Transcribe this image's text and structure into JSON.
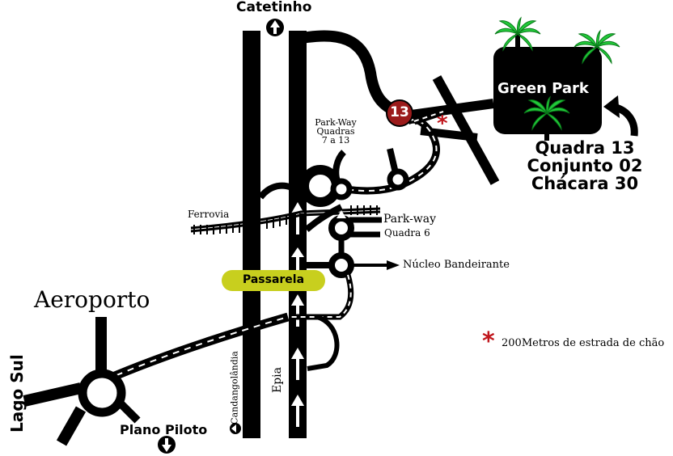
{
  "labels": {
    "catetinho": "Catetinho",
    "green_park": "Green Park",
    "exit_number": "13",
    "park_way_quadras": [
      "Park-Way",
      "Quadras",
      "7 a 13"
    ],
    "destination": [
      "Quadra 13",
      "Conjunto 02",
      "Chácara 30"
    ],
    "ferrovia": "Ferrovia",
    "park_way": "Park-way",
    "quadra_6": "Quadra 6",
    "nucleo_bandeirante": "Núcleo Bandeirante",
    "passarela": "Passarela",
    "aeroporto": "Aeroporto",
    "lago_sul": "Lago Sul",
    "plano_piloto": "Plano Piloto",
    "candangolandia": "Candangolândia",
    "epia": "Epia",
    "legend_text": "200Metros de estrada de chão",
    "legend_symbol": "*"
  },
  "colors": {
    "road": "#000000",
    "exit_marker": "#9b1b1b",
    "passarela_fill": "#c8cf1e",
    "palm_green": "#22c93a",
    "dirt_road_star": "#c0161c"
  },
  "icons": {
    "north_arrow": "arrow-up-circle-icon",
    "south_arrow": "arrow-down-circle-icon",
    "candango_arrow": "arrow-left-circle-icon",
    "palm": "palm-tree-icon"
  }
}
